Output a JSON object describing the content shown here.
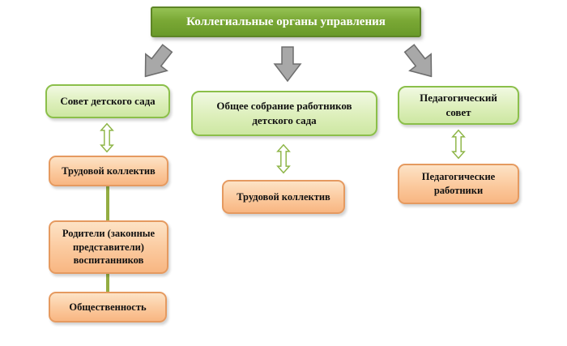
{
  "diagram": {
    "title": "Коллегиальные органы управления",
    "columns": [
      {
        "head": "Совет детского сада",
        "children": [
          "Трудовой коллектив",
          "Родители (законные представители) воспитанников",
          "Общественность"
        ]
      },
      {
        "head": "Общее собрание работников детского сада",
        "children": [
          "Трудовой коллектив"
        ]
      },
      {
        "head": "Педагогический совет",
        "children": [
          "Педагогические работники"
        ]
      }
    ]
  },
  "colors": {
    "title_bg": "#7aa835",
    "title_border": "#5e8526",
    "head_bg": "#ddefbb",
    "head_border": "#8bbf4a",
    "child_bg": "#fbc99d",
    "child_border": "#e59a60",
    "gray_arrow_fill": "#a8a8a8",
    "gray_arrow_outline": "#6e6e6e",
    "double_arrow_outline": "#8db546",
    "connector_line": "#93ad42"
  }
}
